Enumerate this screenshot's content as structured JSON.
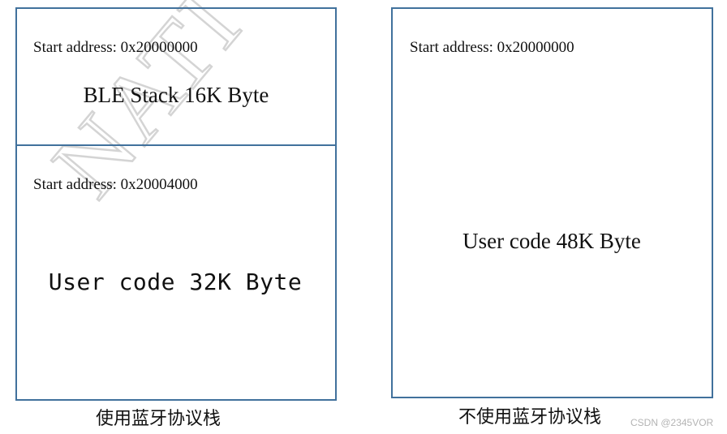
{
  "left_diagram": {
    "stack_region": {
      "address": "Start address: 0x20000000",
      "label": "BLE Stack 16K Byte"
    },
    "user_region": {
      "address": "Start address: 0x20004000",
      "label": "User code 32K Byte"
    },
    "caption": "使用蓝牙协议栈"
  },
  "right_diagram": {
    "user_region": {
      "address": "Start address: 0x20000000",
      "label": "User code 48K Byte"
    },
    "caption": "不使用蓝牙协议栈"
  },
  "watermark": "NATI",
  "credit": "CSDN @2345VOR",
  "colors": {
    "border": "#41719c",
    "watermark": "#d9d9d9",
    "credit": "#b4b4b4"
  }
}
